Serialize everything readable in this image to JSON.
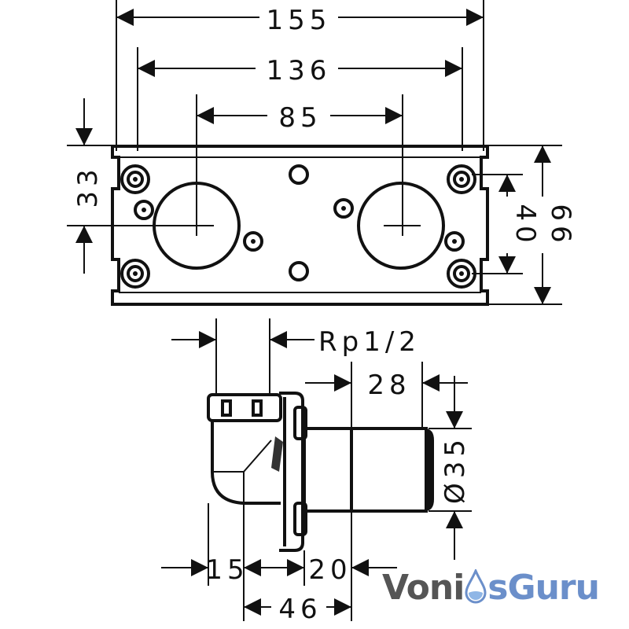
{
  "dimensions": {
    "width_overall": "155",
    "width_mounting": "136",
    "spacing_centers": "85",
    "offset_left": "33",
    "height_inner": "40",
    "height_overall": "66",
    "thread": "Rp1/2",
    "cylinder_length": "28",
    "diameter": "Ø35",
    "depth_a": "15",
    "depth_b": "20",
    "depth_total": "46"
  },
  "logo": {
    "part1": "Voni",
    "part2": "sGuru",
    "color_gray": "#555555",
    "color_blue": "#6b8fca"
  }
}
